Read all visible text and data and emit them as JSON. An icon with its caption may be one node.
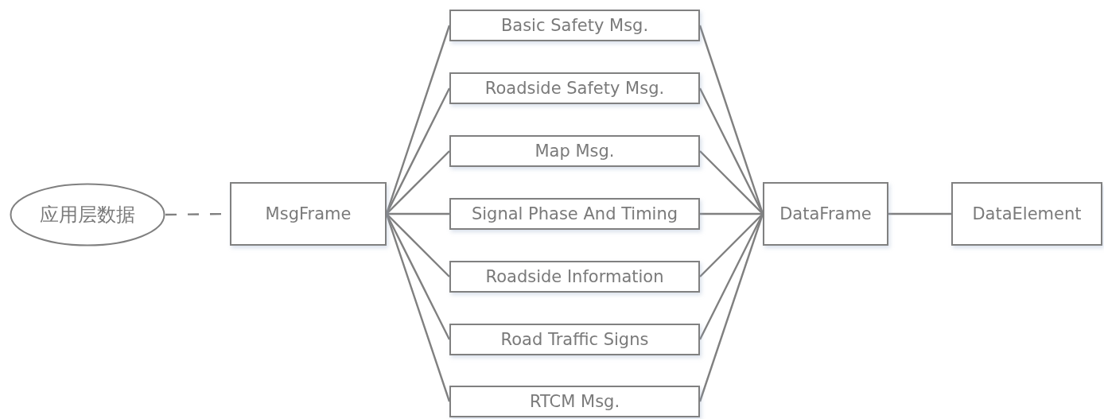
{
  "diagram": {
    "nodes": [
      {
        "text": [
          "应用层数据"
        ]
      },
      {
        "text": [
          "MsgFrame"
        ]
      },
      {
        "text": [
          "Basic Safety Msg."
        ]
      },
      {
        "text": [
          "Roadside Safety Msg."
        ]
      },
      {
        "text": [
          "Map Msg."
        ]
      },
      {
        "text": [
          "Signal Phase And Timing"
        ]
      },
      {
        "text": [
          "Roadside Information"
        ]
      },
      {
        "text": [
          "Road Traffic Signs"
        ]
      },
      {
        "text": [
          "RTCM Msg."
        ]
      },
      {
        "text": [
          "DataFrame"
        ]
      },
      {
        "text": [
          "DataElement"
        ]
      }
    ],
    "edges": [
      {
        "from": 0,
        "to": 1,
        "arrow": "none",
        "style": "dashed"
      },
      {
        "from": 1,
        "to": 2,
        "arrow": "none"
      },
      {
        "from": 1,
        "to": 3,
        "arrow": "none"
      },
      {
        "from": 1,
        "to": 4,
        "arrow": "none"
      },
      {
        "from": 1,
        "to": 5,
        "arrow": "none"
      },
      {
        "from": 1,
        "to": 6,
        "arrow": "none"
      },
      {
        "from": 1,
        "to": 7,
        "arrow": "none"
      },
      {
        "from": 1,
        "to": 8,
        "arrow": "none"
      },
      {
        "from": 2,
        "to": 9,
        "arrow": "none"
      },
      {
        "from": 3,
        "to": 9,
        "arrow": "none"
      },
      {
        "from": 4,
        "to": 9,
        "arrow": "none"
      },
      {
        "from": 5,
        "to": 9,
        "arrow": "none"
      },
      {
        "from": 6,
        "to": 9,
        "arrow": "none"
      },
      {
        "from": 7,
        "to": 9,
        "arrow": "none"
      },
      {
        "from": 8,
        "to": 9,
        "arrow": "none"
      },
      {
        "from": 9,
        "to": 10,
        "arrow": "none"
      }
    ]
  }
}
